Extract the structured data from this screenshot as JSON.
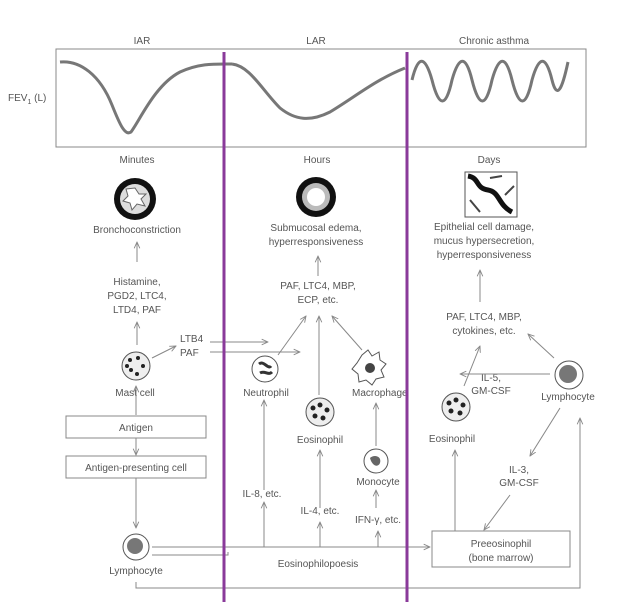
{
  "graph": {
    "phases": [
      "IAR",
      "LAR",
      "Chronic asthma"
    ],
    "y_label_prefix": "FEV",
    "y_label_sub": "1",
    "y_label_suffix": " (L)"
  },
  "time_scales": [
    "Minutes",
    "Hours",
    "Days"
  ],
  "iar": {
    "outcome": "Bronchoconstriction",
    "mediators": [
      "Histamine,",
      "PGD2, LTC4,",
      "LTD4, PAF"
    ],
    "mast_cell": "Mast cell",
    "ltb4_paf": [
      "LTB4",
      "PAF"
    ],
    "antigen": "Antigen",
    "apc": "Antigen-presenting cell",
    "lymphocyte": "Lymphocyte"
  },
  "lar": {
    "outcome": [
      "Submucosal edema,",
      "hyperresponsiveness"
    ],
    "mediators": [
      "PAF, LTC4, MBP,",
      "ECP, etc."
    ],
    "neutrophil": "Neutrophil",
    "eosinophil": "Eosinophil",
    "macrophage": "Macrophage",
    "monocyte": "Monocyte",
    "il8": "IL-8, etc.",
    "il4": "IL-4, etc.",
    "ifn": "IFN-γ, etc.",
    "eosinophilopoesis": "Eosinophilopoesis"
  },
  "chronic": {
    "outcome": [
      "Epithelial cell damage,",
      "mucus hypersecretion,",
      "hyperresponsiveness"
    ],
    "mediators": [
      "PAF, LTC4, MBP,",
      "cytokines, etc."
    ],
    "il5": [
      "IL-5,",
      "GM-CSF"
    ],
    "lymphocyte": "Lymphocyte",
    "eosinophil": "Eosinophil",
    "il3": [
      "IL-3,",
      "GM-CSF"
    ],
    "preeosinophil": [
      "Preeosinophil",
      "(bone marrow)"
    ]
  }
}
